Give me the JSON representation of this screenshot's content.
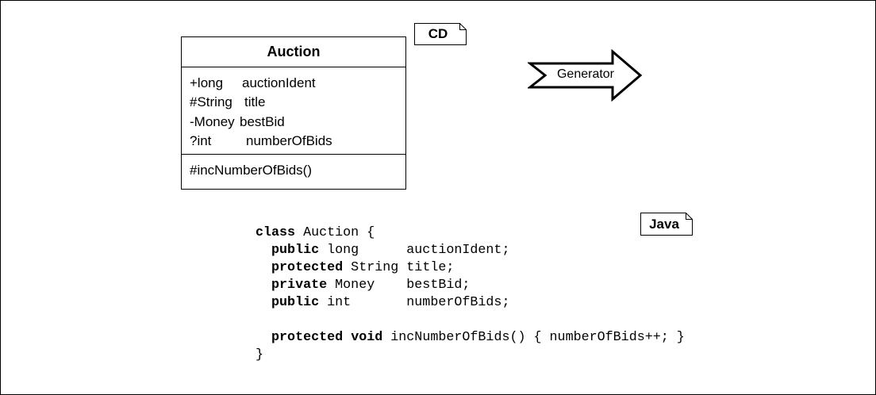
{
  "uml_class": {
    "name": "Auction",
    "attributes": [
      {
        "type": "+long",
        "name": "auctionIdent"
      },
      {
        "type": "#String",
        "name": "title"
      },
      {
        "type": "-Money",
        "name": "bestBid"
      },
      {
        "type": "?int",
        "name": "numberOfBids"
      }
    ],
    "methods": [
      "#incNumberOfBids()"
    ]
  },
  "tags": {
    "cd": "CD",
    "java": "Java"
  },
  "generator": {
    "label": "Generator"
  },
  "code": {
    "lines": [
      [
        {
          "t": "class",
          "kw": true
        },
        {
          "t": " Auction {"
        }
      ],
      [
        {
          "t": "  "
        },
        {
          "t": "public",
          "kw": true
        },
        {
          "t": " long      auctionIdent;"
        }
      ],
      [
        {
          "t": "  "
        },
        {
          "t": "protected",
          "kw": true
        },
        {
          "t": " String title;"
        }
      ],
      [
        {
          "t": "  "
        },
        {
          "t": "private",
          "kw": true
        },
        {
          "t": " Money    bestBid;"
        }
      ],
      [
        {
          "t": "  "
        },
        {
          "t": "public",
          "kw": true
        },
        {
          "t": " int       numberOfBids;"
        }
      ],
      [],
      [
        {
          "t": "  "
        },
        {
          "t": "protected",
          "kw": true
        },
        {
          "t": " "
        },
        {
          "t": "void",
          "kw": true
        },
        {
          "t": " incNumberOfBids() { numberOfBids++; }"
        }
      ],
      [
        {
          "t": "}"
        }
      ]
    ]
  }
}
